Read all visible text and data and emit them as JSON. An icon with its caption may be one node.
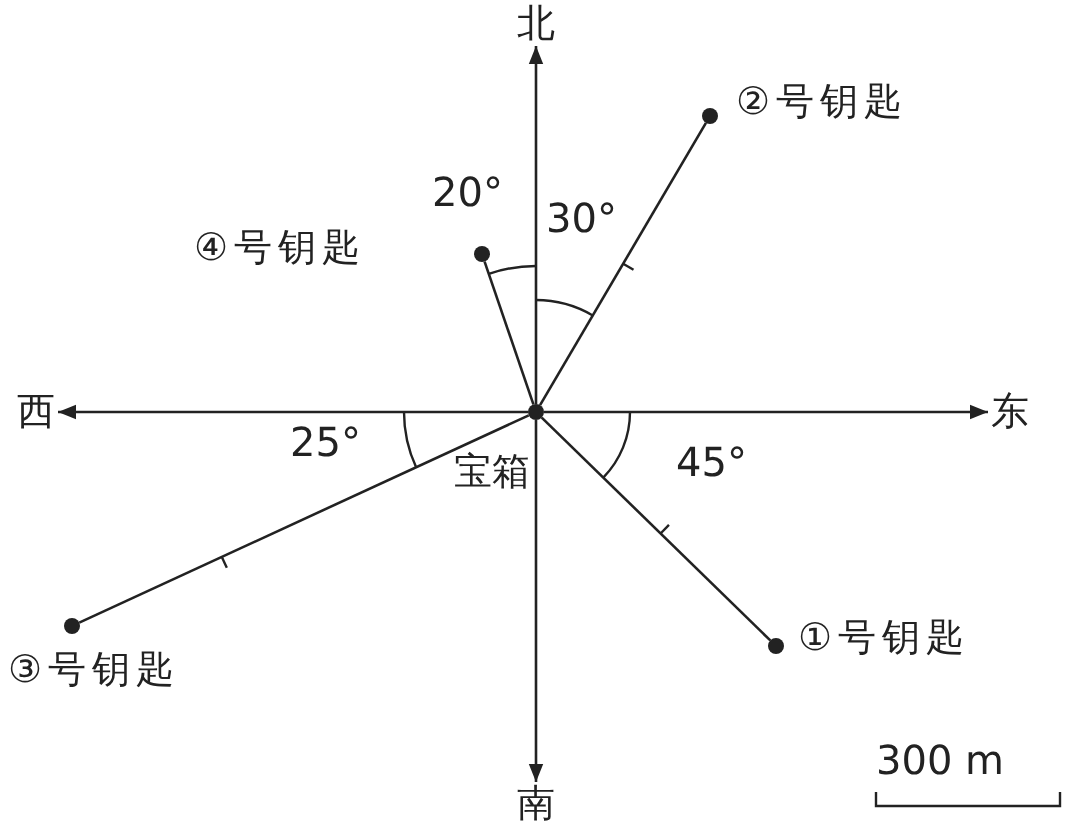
{
  "diagram": {
    "nodes": [
      {
        "text": [
          "北"
        ]
      },
      {
        "text": [],
        "shape": "circle",
        "beside": [
          "②号钥匙"
        ]
      },
      {
        "text": [],
        "shape": "circle",
        "beside": [
          "④号钥匙"
        ]
      },
      {
        "text": [
          "西"
        ]
      },
      {
        "text": [],
        "shape": "circle",
        "beside": [
          "宝箱"
        ]
      },
      {
        "text": [
          "东"
        ]
      },
      {
        "text": [],
        "shape": "circle",
        "beside": [
          "③号钥匙"
        ]
      },
      {
        "text": [],
        "shape": "circle",
        "beside": [
          "①号钥匙"
        ]
      },
      {
        "text": [
          "南"
        ]
      }
    ],
    "edges": [
      {
        "from": 4,
        "to": 0,
        "arrow": "to"
      },
      {
        "from": 4,
        "to": 3,
        "arrow": "to"
      },
      {
        "from": 4,
        "to": 5,
        "arrow": "to"
      },
      {
        "from": 4,
        "to": 8,
        "arrow": "to"
      },
      {
        "from": 4,
        "to": 1,
        "arrow": "none"
      },
      {
        "from": 4,
        "to": 2,
        "arrow": "none"
      },
      {
        "from": 4,
        "to": 6,
        "arrow": "none"
      },
      {
        "from": 4,
        "to": 7,
        "arrow": "none"
      }
    ],
    "labels": [
      "20°",
      "30°",
      "25°",
      "45°",
      "300 m"
    ]
  }
}
